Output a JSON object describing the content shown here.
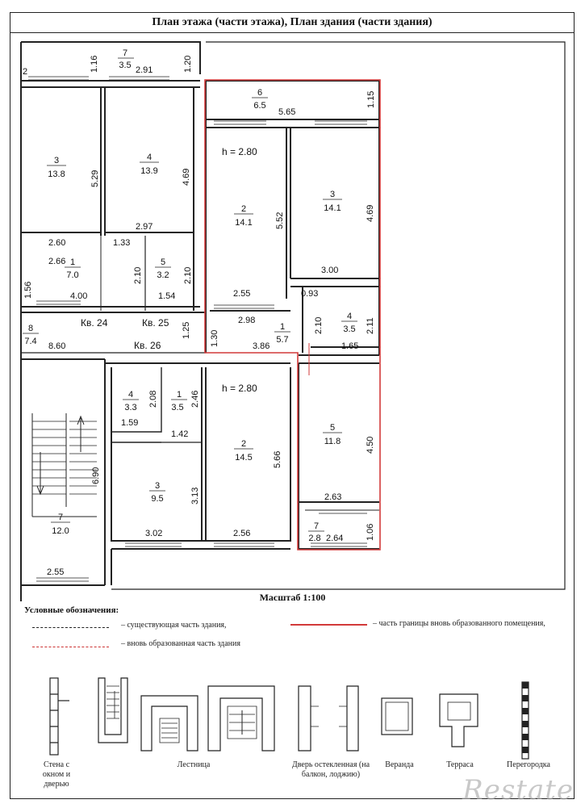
{
  "header": {
    "title": "План этажа (части этажа), План здания (части здания)"
  },
  "plan": {
    "rooms": [
      {
        "num": "7",
        "area": "3.5",
        "name": "left-room-7-top"
      },
      {
        "num": "3",
        "area": "13.8",
        "name": "left-room-3"
      },
      {
        "num": "4",
        "area": "13.9",
        "name": "left-room-4"
      },
      {
        "num": "1",
        "area": "7.0",
        "name": "left-room-1"
      },
      {
        "num": "5",
        "area": "3.2",
        "name": "left-room-5"
      },
      {
        "num": "8",
        "area": "7.4",
        "name": "stair-room-8"
      },
      {
        "num": "7",
        "area": "12.0",
        "name": "stair-room-7"
      },
      {
        "num": "6",
        "area": "6.5",
        "name": "right-room-6"
      },
      {
        "num": "2",
        "area": "14.1",
        "name": "right-room-2"
      },
      {
        "num": "3",
        "area": "14.1",
        "name": "right-room-3"
      },
      {
        "num": "1",
        "area": "5.7",
        "name": "right-room-1"
      },
      {
        "num": "4",
        "area": "3.5",
        "name": "right-room-4"
      },
      {
        "num": "5",
        "area": "11.8",
        "name": "right-room-5"
      },
      {
        "num": "7",
        "area": "2.8",
        "name": "right-room-7"
      },
      {
        "num": "4",
        "area": "3.3",
        "name": "bottom-room-4"
      },
      {
        "num": "1",
        "area": "3.5",
        "name": "bottom-room-1"
      },
      {
        "num": "3",
        "area": "9.5",
        "name": "bottom-room-3"
      },
      {
        "num": "2",
        "area": "14.5",
        "name": "bottom-room-2"
      }
    ],
    "heights": [
      "h = 2.80",
      "h = 2.80"
    ],
    "apartments": [
      "Кв. 24",
      "Кв. 25",
      "Кв. 26"
    ],
    "dims": [
      "2",
      "1.16",
      "2.91",
      "1.20",
      "5.29",
      "4.69",
      "2.97",
      "2.60",
      "1.33",
      "2.66",
      "1.56",
      "2.10",
      "2.10",
      "1.54",
      "4.00",
      "8.60",
      "5.65",
      "1.15",
      "5.52",
      "4.69",
      "3.00",
      "2.55",
      "0.93",
      "2.98",
      "2.10",
      "2.11",
      "1.30",
      "3.86",
      "1.65",
      "1.25",
      "2.08",
      "2.46",
      "1.59",
      "1.42",
      "3.13",
      "5.66",
      "3.02",
      "2.56",
      "4.50",
      "2.63",
      "2.64",
      "1.06",
      "6.90",
      "2.55"
    ]
  },
  "scale": "Масштаб 1:100",
  "legend": {
    "title": "Условные обозначения:",
    "items": [
      {
        "text": "– существующая часть здания,",
        "color": "#222222"
      },
      {
        "text": "– вновь образованная часть здания",
        "color": "#cc3333"
      },
      {
        "text": "– часть границы вновь образованного помещения,",
        "color": "#cc3333"
      }
    ],
    "symbols": [
      "Стена с окном и дверью",
      "Лестница",
      "Дверь остекленная (на балкон, лоджию)",
      "Веранда",
      "Терраса",
      "Перегородка"
    ]
  },
  "watermark": "Restate",
  "colors": {
    "wall": "#222222",
    "red": "#d23a3a"
  }
}
